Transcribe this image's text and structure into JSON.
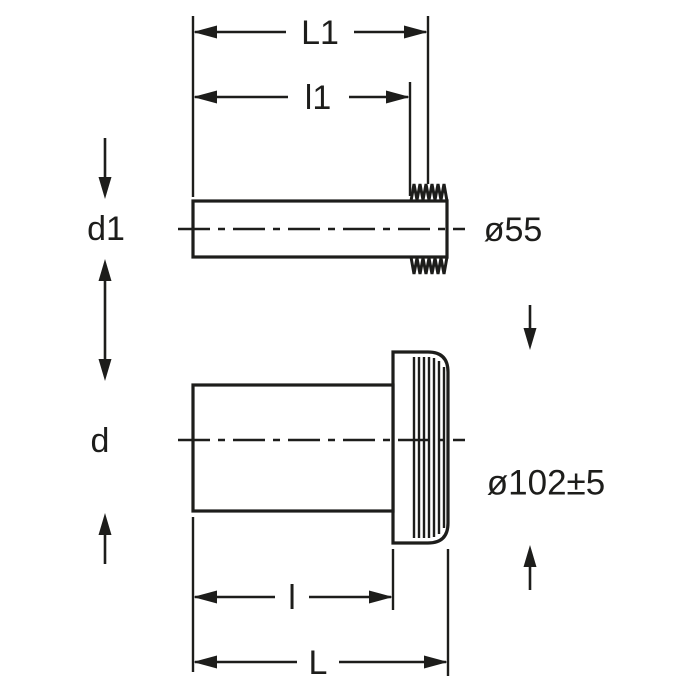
{
  "drawing": {
    "description": "Technical dimension drawing of two pipe connectors: upper narrow pipe with ribbed end, lower pipe with ribbed socket collar",
    "labels": {
      "top_total_length": "L1",
      "top_partial_length": "l1",
      "top_pipe_diameter": "d1",
      "top_outlet_diameter": "ø55",
      "bottom_pipe_diameter": "d",
      "bottom_socket_diameter": "ø102±5",
      "bottom_partial_length": "l",
      "bottom_total_length": "L"
    },
    "colors": {
      "ink": "#1d1d1b",
      "background": "#ffffff"
    }
  }
}
